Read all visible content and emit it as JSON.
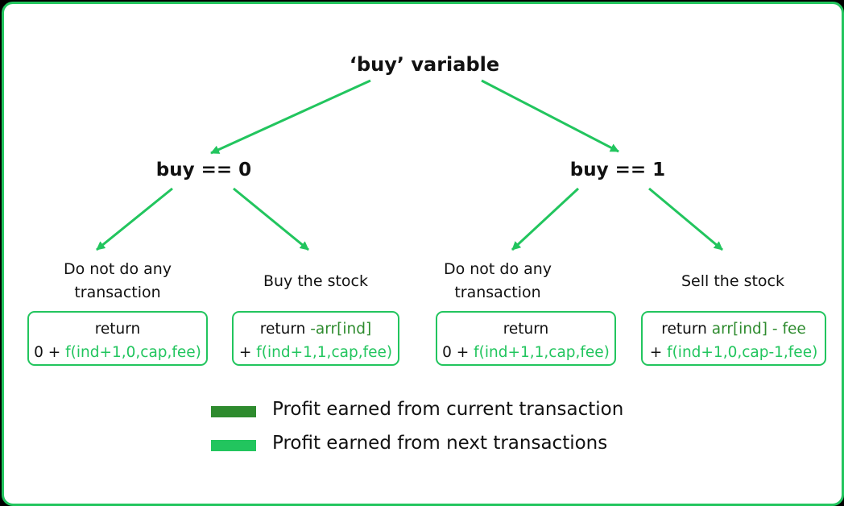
{
  "colors": {
    "border": "#22c55e",
    "current_transaction": "#2e8b2e",
    "next_transactions": "#22c55e",
    "text": "#111111"
  },
  "root": {
    "label": "‘buy’ variable"
  },
  "branches": [
    {
      "condition": "buy == 0",
      "options": [
        {
          "description": [
            "Do not do any",
            "transaction"
          ],
          "code": {
            "line1": [
              {
                "text": "return",
                "kind": "plain"
              }
            ],
            "line2": [
              {
                "text": "0 + ",
                "kind": "plain"
              },
              {
                "text": "f(ind+1,0,cap,fee)",
                "kind": "next"
              }
            ]
          }
        },
        {
          "description": [
            "Buy the stock"
          ],
          "code": {
            "line1": [
              {
                "text": "return ",
                "kind": "plain"
              },
              {
                "text": "-arr[ind]",
                "kind": "current"
              }
            ],
            "line2": [
              {
                "text": "+ ",
                "kind": "plain"
              },
              {
                "text": "f(ind+1,1,cap,fee)",
                "kind": "next"
              }
            ]
          }
        }
      ]
    },
    {
      "condition": "buy == 1",
      "options": [
        {
          "description": [
            "Do not do any",
            "transaction"
          ],
          "code": {
            "line1": [
              {
                "text": "return",
                "kind": "plain"
              }
            ],
            "line2": [
              {
                "text": "0 + ",
                "kind": "plain"
              },
              {
                "text": "f(ind+1,1,cap,fee)",
                "kind": "next"
              }
            ]
          }
        },
        {
          "description": [
            "Sell the stock"
          ],
          "code": {
            "line1": [
              {
                "text": "return ",
                "kind": "plain"
              },
              {
                "text": "arr[ind] - fee",
                "kind": "current"
              }
            ],
            "line2": [
              {
                "text": "+ ",
                "kind": "plain"
              },
              {
                "text": "f(ind+1,0,cap-1,fee)",
                "kind": "next"
              }
            ]
          }
        }
      ]
    }
  ],
  "legend": [
    {
      "label": "Profit earned from current transaction",
      "kind": "current"
    },
    {
      "label": "Profit earned from next transactions",
      "kind": "next"
    }
  ]
}
